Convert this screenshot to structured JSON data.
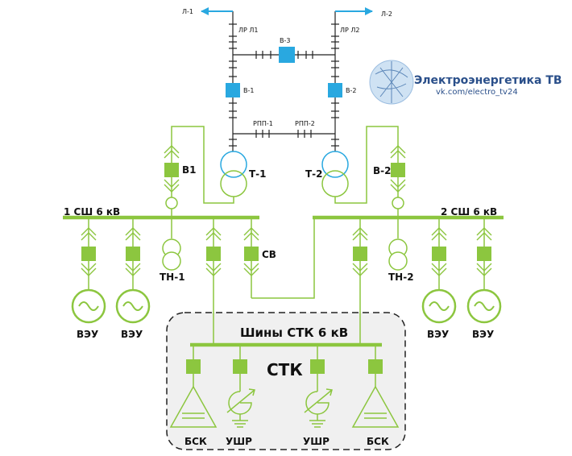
{
  "colors": {
    "green": "#8cc63f",
    "blue": "#29a8e0",
    "black": "#222222",
    "stk_fill": "#f0f0f0",
    "brand": "#2a4f8a"
  },
  "labels": {
    "l1": "Л-1",
    "l2": "Л-2",
    "lr_l1": "ЛР Л1",
    "lr_l2": "ЛР Л2",
    "v3": "В-3",
    "v1_hv": "В-1",
    "v2_hv": "В-2",
    "rpp1": "РПП-1",
    "rpp2": "РПП-2",
    "t1": "Т-1",
    "t2": "Т-2",
    "b1": "В1",
    "b2": "В-2",
    "bus1": "1 СШ 6 кВ",
    "bus2": "2 СШ 6 кВ",
    "tn1": "ТН-1",
    "tn2": "ТН-2",
    "sv": "СВ",
    "veu1": "ВЭУ",
    "veu2": "ВЭУ",
    "veu3": "ВЭУ",
    "veu4": "ВЭУ",
    "stk_bus": "Шины СТК 6 кВ",
    "stk": "СТК",
    "bsk1": "БСК",
    "ushr1": "УШР",
    "ushr2": "УШР",
    "bsk2": "БСК"
  },
  "brand": {
    "title": "Электроэнергетика ТВ",
    "subtitle": "vk.com/electro_tv24"
  }
}
